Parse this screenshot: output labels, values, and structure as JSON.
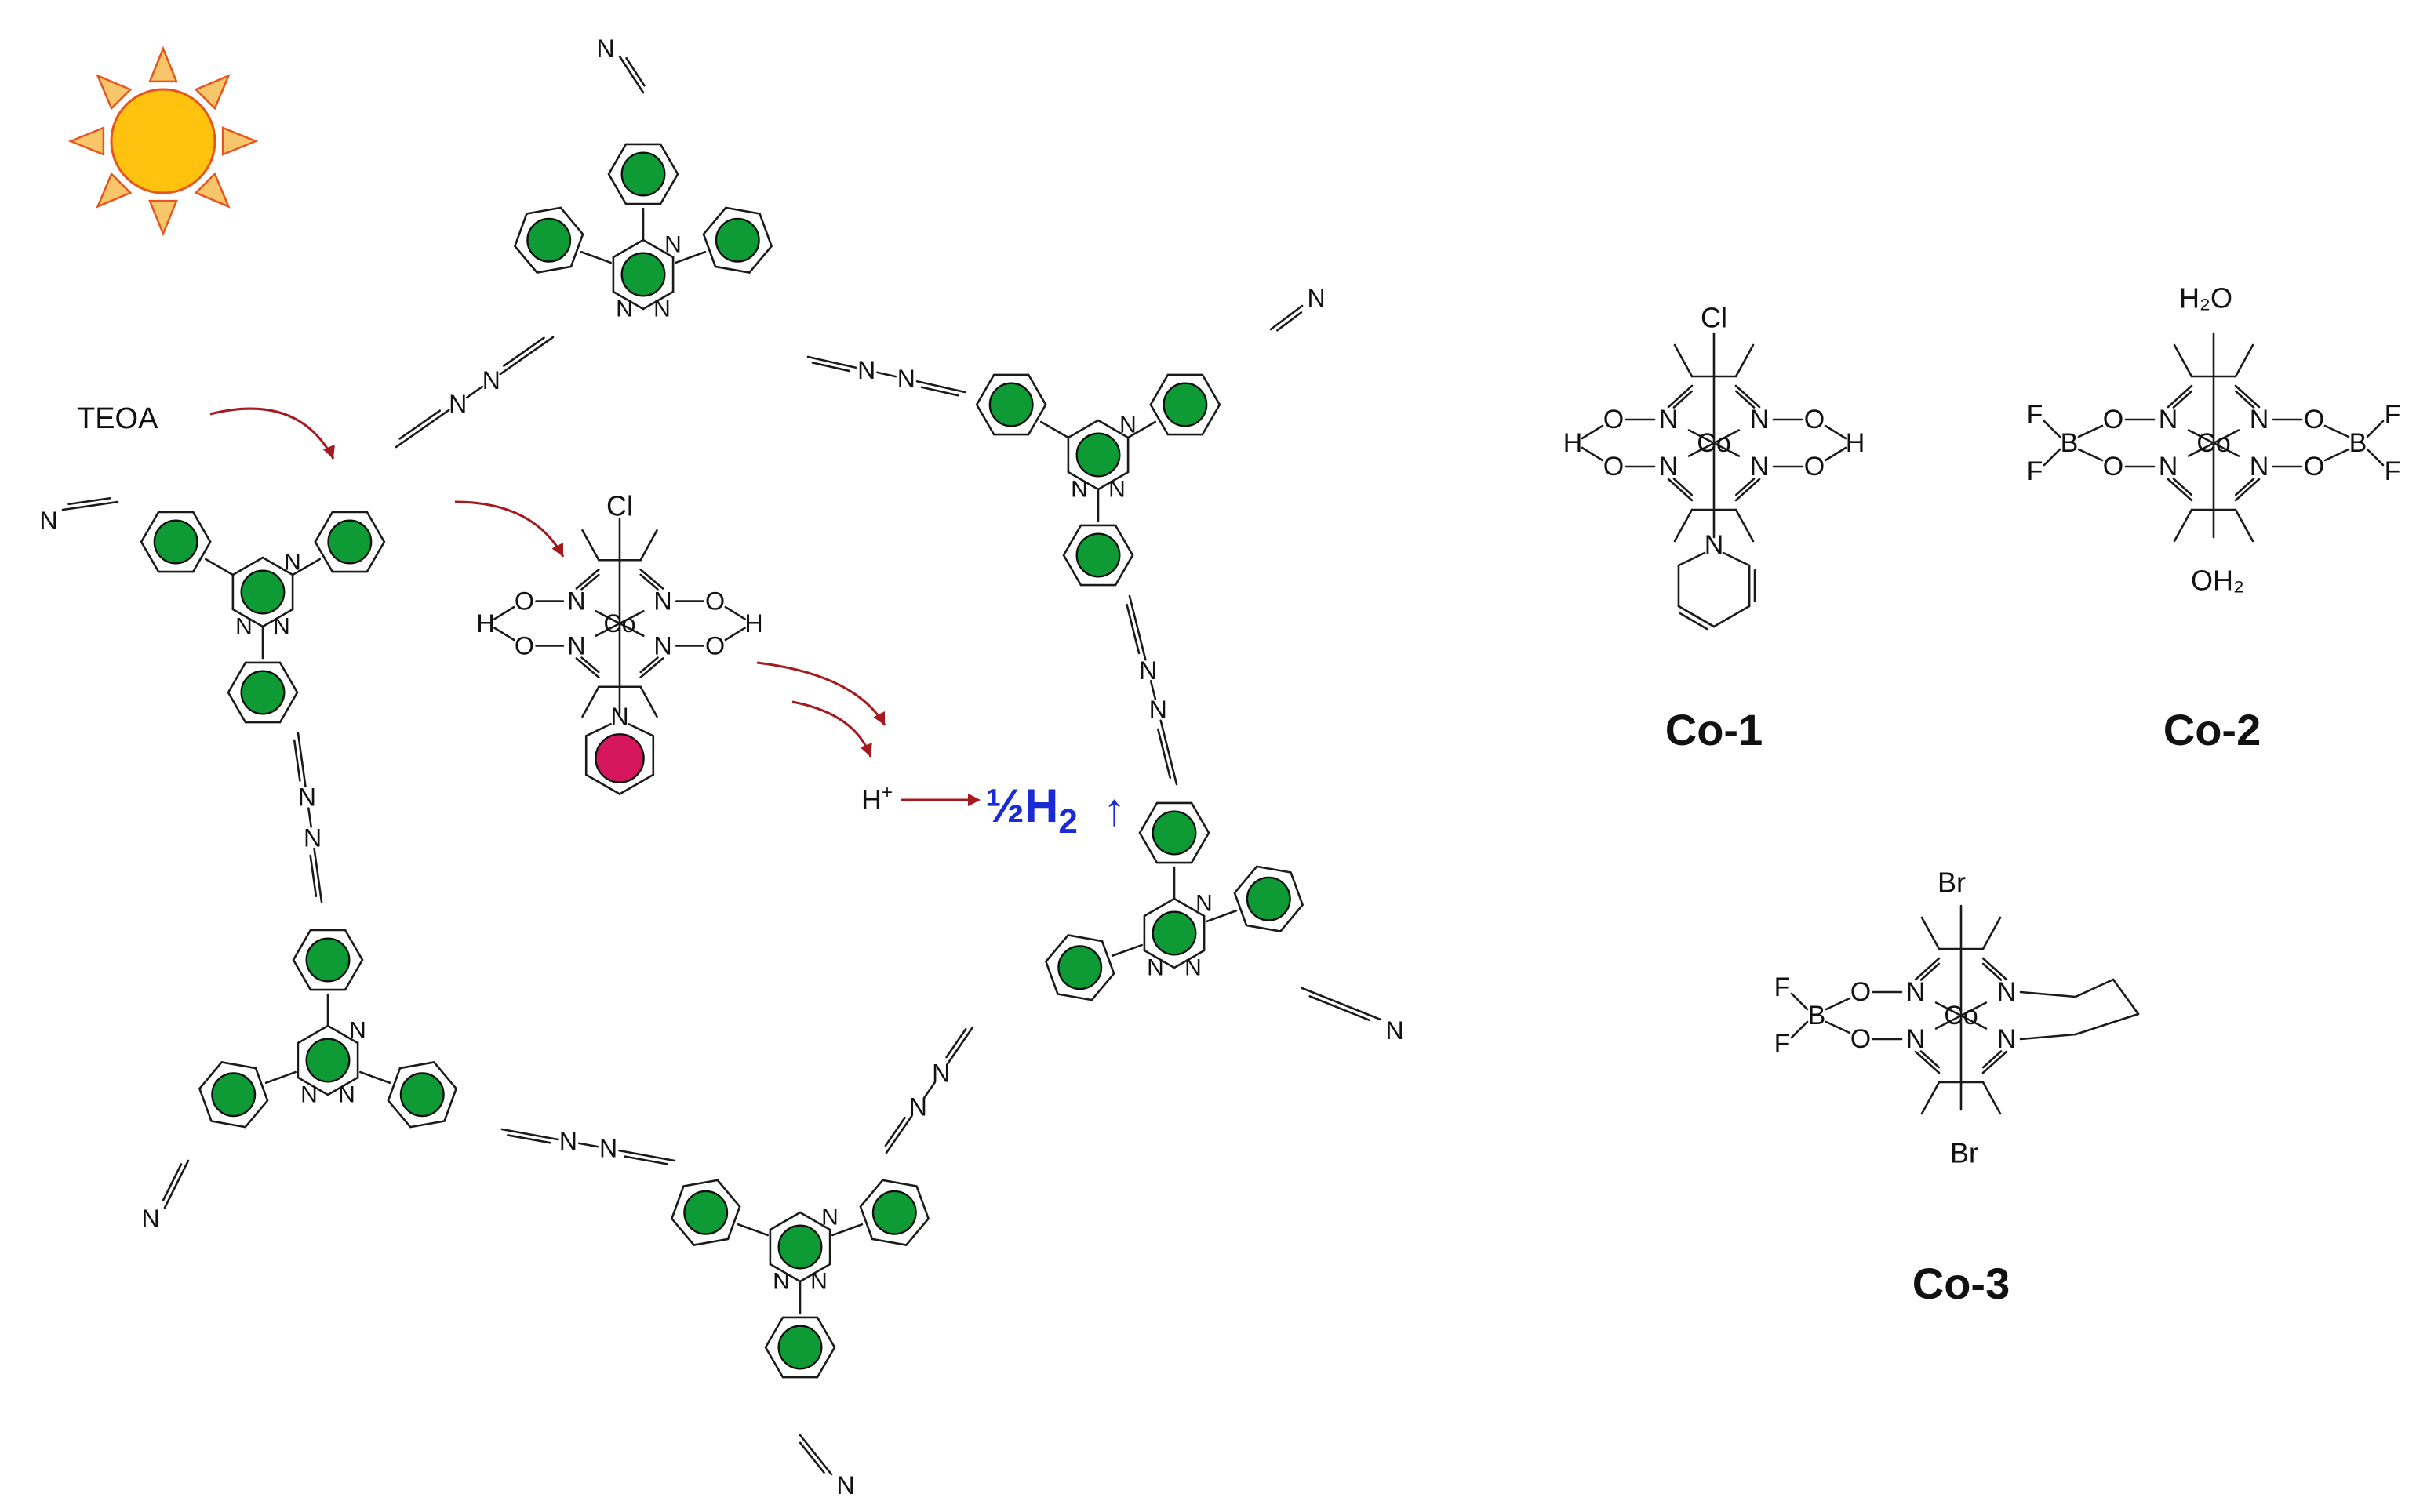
{
  "colors": {
    "ring_fill": "#0e9a34",
    "pyridine_fill": "#d6155f",
    "sun_fill": "#ffc20e",
    "sun_rays": "#f7c66a",
    "sun_stroke": "#e8541e",
    "arrow": "#a6191e",
    "h2_text": "#1a2bd6",
    "bond": "#1a1a1a"
  },
  "labels": {
    "teoa": "TEOA",
    "proton": "H",
    "proton_charge": "+",
    "half_h2": "½H",
    "h2_subscript": "2",
    "h2_arrow": "↑"
  },
  "atoms": {
    "nitrogen": "N",
    "cobalt": "Co",
    "oxygen": "O",
    "hydrogen": "H",
    "boron": "B",
    "fluorine": "F",
    "chlorine": "Cl",
    "bromine": "Br",
    "water": "H₂O",
    "water_bottom": "OH₂"
  },
  "compounds": [
    {
      "id": "co1",
      "name": "Co-1",
      "axial_top": "Cl",
      "axial_bottom": "pyridine"
    },
    {
      "id": "co2",
      "name": "Co-2",
      "axial_top": "H₂O",
      "axial_bottom": "OH₂"
    },
    {
      "id": "co3",
      "name": "Co-3",
      "axial_top": "Br",
      "axial_bottom": "Br"
    }
  ]
}
